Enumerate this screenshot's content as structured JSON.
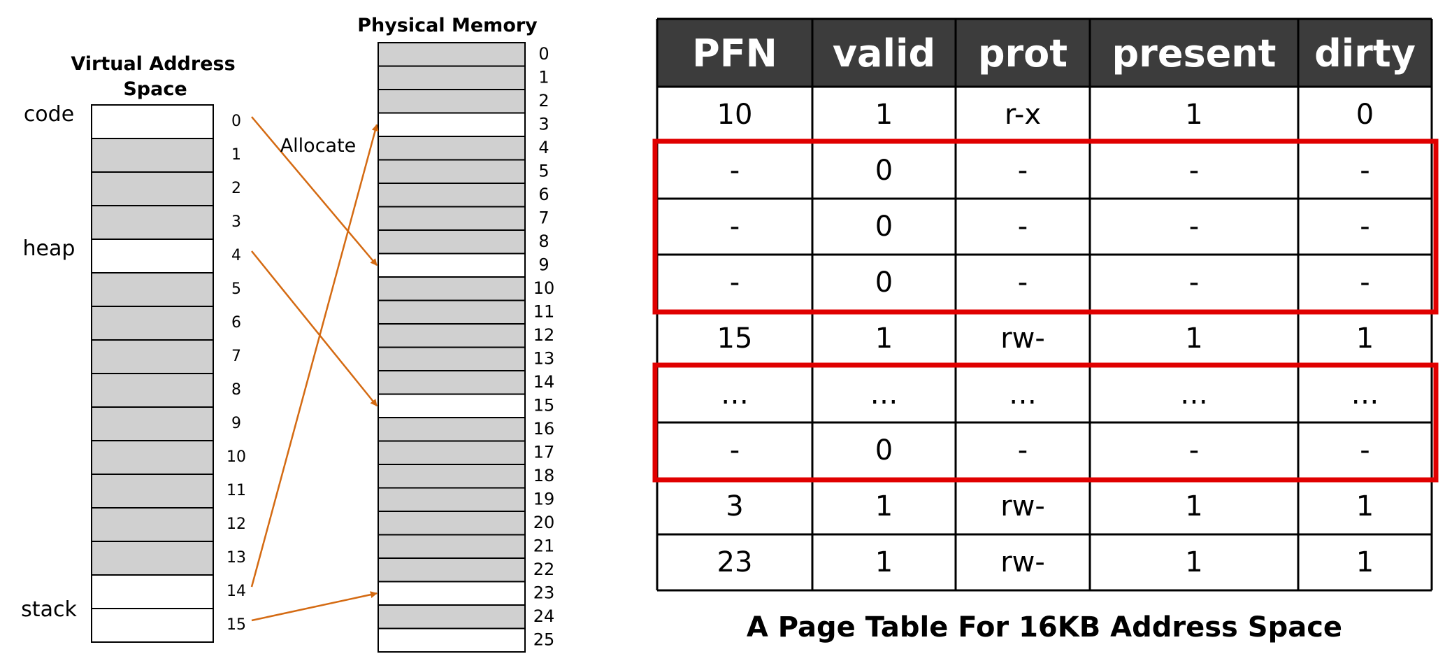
{
  "virtual_space": {
    "title_line1": "Virtual Address",
    "title_line2": "Space",
    "segments": [
      {
        "label": "code",
        "page": 0
      },
      {
        "label": "heap",
        "page": 4
      },
      {
        "label": "stack",
        "page": 14
      }
    ],
    "pages": [
      {
        "index": "0",
        "used": true
      },
      {
        "index": "1",
        "used": false
      },
      {
        "index": "2",
        "used": false
      },
      {
        "index": "3",
        "used": false
      },
      {
        "index": "4",
        "used": true
      },
      {
        "index": "5",
        "used": false
      },
      {
        "index": "6",
        "used": false
      },
      {
        "index": "7",
        "used": false
      },
      {
        "index": "8",
        "used": false
      },
      {
        "index": "9",
        "used": false
      },
      {
        "index": "10",
        "used": false
      },
      {
        "index": "11",
        "used": false
      },
      {
        "index": "12",
        "used": false
      },
      {
        "index": "13",
        "used": false
      },
      {
        "index": "14",
        "used": true
      },
      {
        "index": "15",
        "used": true
      }
    ]
  },
  "physical_memory": {
    "title": "Physical Memory",
    "frames": [
      {
        "index": "0",
        "free": false
      },
      {
        "index": "1",
        "free": false
      },
      {
        "index": "2",
        "free": false
      },
      {
        "index": "3",
        "free": true
      },
      {
        "index": "4",
        "free": false
      },
      {
        "index": "5",
        "free": false
      },
      {
        "index": "6",
        "free": false
      },
      {
        "index": "7",
        "free": false
      },
      {
        "index": "8",
        "free": false
      },
      {
        "index": "9",
        "free": true
      },
      {
        "index": "10",
        "free": false
      },
      {
        "index": "11",
        "free": false
      },
      {
        "index": "12",
        "free": false
      },
      {
        "index": "13",
        "free": false
      },
      {
        "index": "14",
        "free": false
      },
      {
        "index": "15",
        "free": true
      },
      {
        "index": "16",
        "free": false
      },
      {
        "index": "17",
        "free": false
      },
      {
        "index": "18",
        "free": false
      },
      {
        "index": "19",
        "free": false
      },
      {
        "index": "20",
        "free": false
      },
      {
        "index": "21",
        "free": false
      },
      {
        "index": "22",
        "free": false
      },
      {
        "index": "23",
        "free": true
      },
      {
        "index": "24",
        "free": false
      },
      {
        "index": "25",
        "free": true
      }
    ]
  },
  "mappings": [
    {
      "vpn": 0,
      "pfn": 9
    },
    {
      "vpn": 4,
      "pfn": 15
    },
    {
      "vpn": 14,
      "pfn": 3
    },
    {
      "vpn": 15,
      "pfn": 23
    }
  ],
  "allocate_label": "Allocate",
  "page_table": {
    "headers": [
      "PFN",
      "valid",
      "prot",
      "present",
      "dirty"
    ],
    "rows": [
      [
        "10",
        "1",
        "r-x",
        "1",
        "0"
      ],
      [
        "-",
        "0",
        "-",
        "-",
        "-"
      ],
      [
        "-",
        "0",
        "-",
        "-",
        "-"
      ],
      [
        "-",
        "0",
        "-",
        "-",
        "-"
      ],
      [
        "15",
        "1",
        "rw-",
        "1",
        "1"
      ],
      [
        "…",
        "…",
        "…",
        "…",
        "…"
      ],
      [
        "-",
        "0",
        "-",
        "-",
        "-"
      ],
      [
        "3",
        "1",
        "rw-",
        "1",
        "1"
      ],
      [
        "23",
        "1",
        "rw-",
        "1",
        "1"
      ]
    ],
    "highlight_groups": [
      {
        "first_row": 1,
        "last_row": 3
      },
      {
        "first_row": 5,
        "last_row": 6
      }
    ],
    "caption": "A Page Table For 16KB Address Space"
  },
  "colors": {
    "used_page": "#ffffff",
    "unused_page": "#d0d0d0",
    "arrow": "#d46a12",
    "header_bg": "#3c3c3c",
    "highlight": "#e00000"
  }
}
